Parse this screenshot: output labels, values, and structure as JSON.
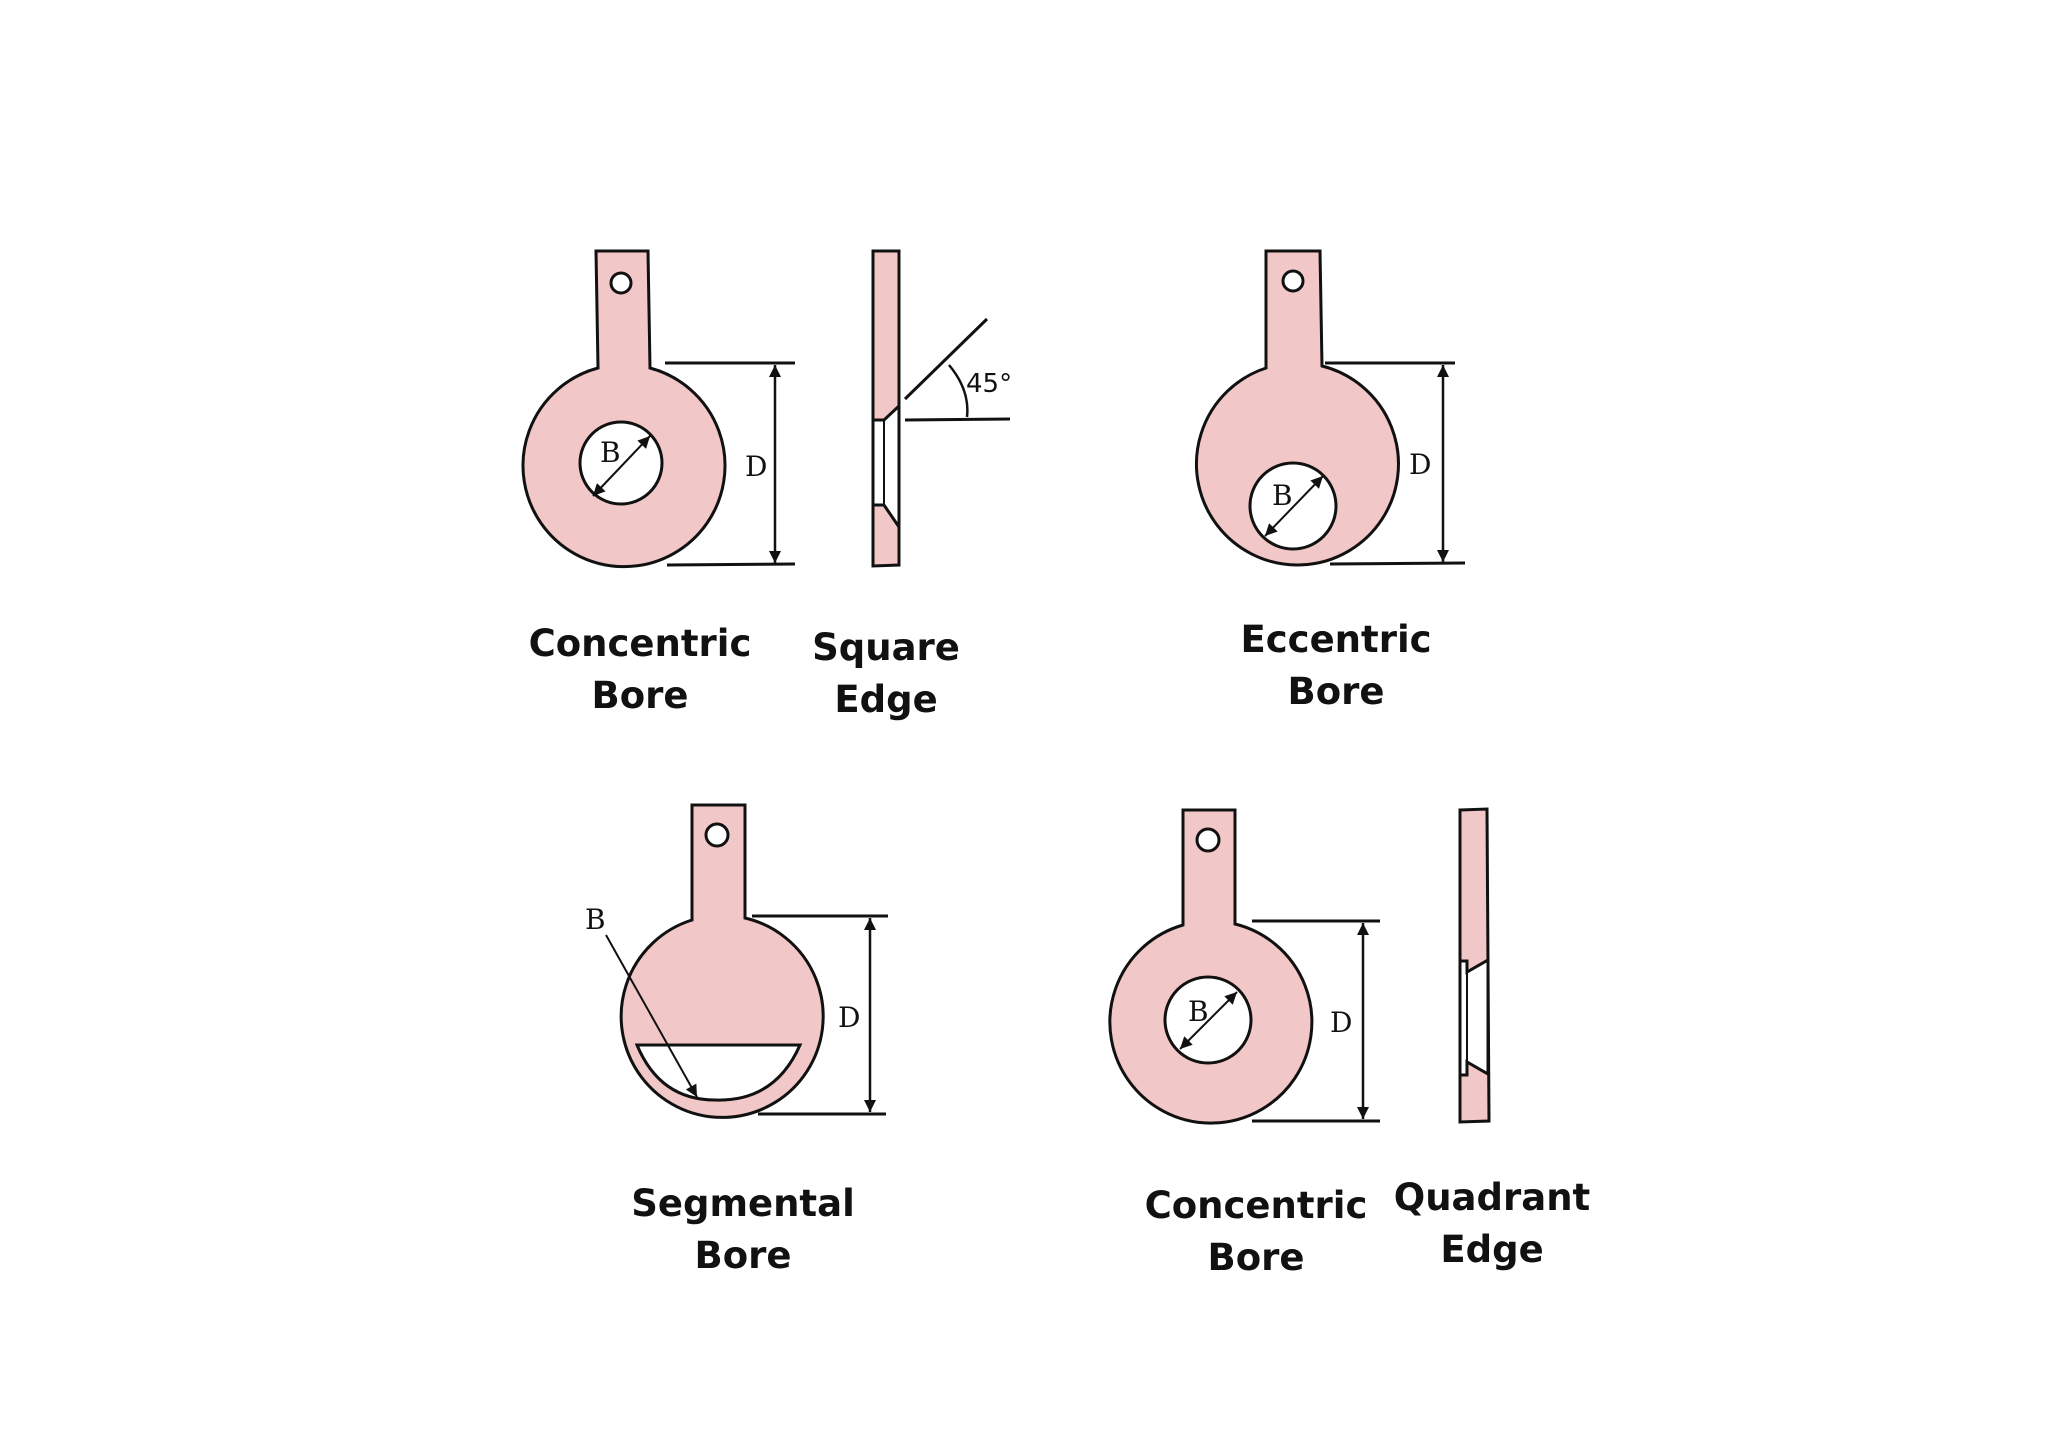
{
  "colors": {
    "plate_fill": "#f2c7c8",
    "stroke": "#111111",
    "background": "#ffffff"
  },
  "figures": [
    {
      "id": "concentric-bore-1",
      "label_lines": [
        "Concentric",
        "Bore"
      ],
      "dimension_labels": {
        "bore": "B",
        "diameter": "D"
      }
    },
    {
      "id": "square-edge",
      "label_lines": [
        "Square",
        "Edge"
      ],
      "angle_label": "45°"
    },
    {
      "id": "eccentric-bore",
      "label_lines": [
        "Eccentric",
        "Bore"
      ],
      "dimension_labels": {
        "bore": "B",
        "diameter": "D"
      }
    },
    {
      "id": "segmental-bore",
      "label_lines": [
        "Segmental",
        "Bore"
      ],
      "dimension_labels": {
        "bore": "B",
        "diameter": "D"
      }
    },
    {
      "id": "concentric-bore-2",
      "label_lines": [
        "Concentric",
        "Bore"
      ],
      "dimension_labels": {
        "bore": "B",
        "diameter": "D"
      }
    },
    {
      "id": "quadrant-edge",
      "label_lines": [
        "Quadrant",
        "Edge"
      ]
    }
  ]
}
